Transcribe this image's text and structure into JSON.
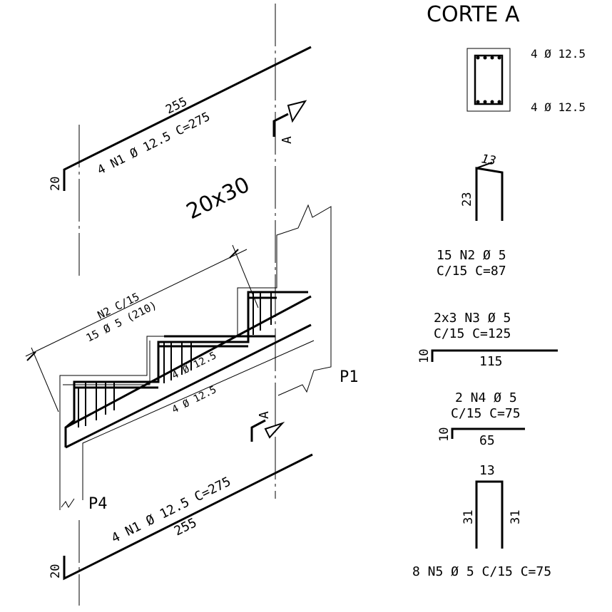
{
  "section": {
    "title": "CORTE A",
    "top_bars": "4 Ø 12.5",
    "bottom_bars": "4 Ø 12.5"
  },
  "drawing": {
    "beam_size": "20x30",
    "top_bar_length": "255",
    "top_bar_label": "4 N1 Ø 12.5 C=275",
    "top_hook": "20",
    "bottom_bar_length": "255",
    "bottom_bar_label": "4 N1 Ø 12.5 C=275",
    "bottom_hook": "20",
    "stirrup_label_1": "N2 C/15",
    "stirrup_label_2": "15 Ø 5 (210)",
    "flight_bar_1": "4 Ø 12.5",
    "flight_bar_2": "4 Ø 12.5",
    "pillar_1": "P1",
    "pillar_4": "P4",
    "cut_marker_top": "A",
    "cut_marker_bottom": "A"
  },
  "details": {
    "n2": {
      "dim_top": "13",
      "dim_side": "23",
      "line1": "15 N2 Ø 5",
      "line2": "C/15 C=87"
    },
    "n3": {
      "line1": "2x3 N3 Ø 5",
      "line2": "C/15 C=125",
      "hook": "10",
      "length": "115"
    },
    "n4": {
      "line1": "2 N4 Ø 5",
      "line2": "C/15 C=75",
      "hook": "10",
      "length": "65"
    },
    "n5": {
      "dim_top": "13",
      "dim_left": "31",
      "dim_right": "31",
      "caption": "8 N5 Ø 5 C/15 C=75"
    }
  }
}
